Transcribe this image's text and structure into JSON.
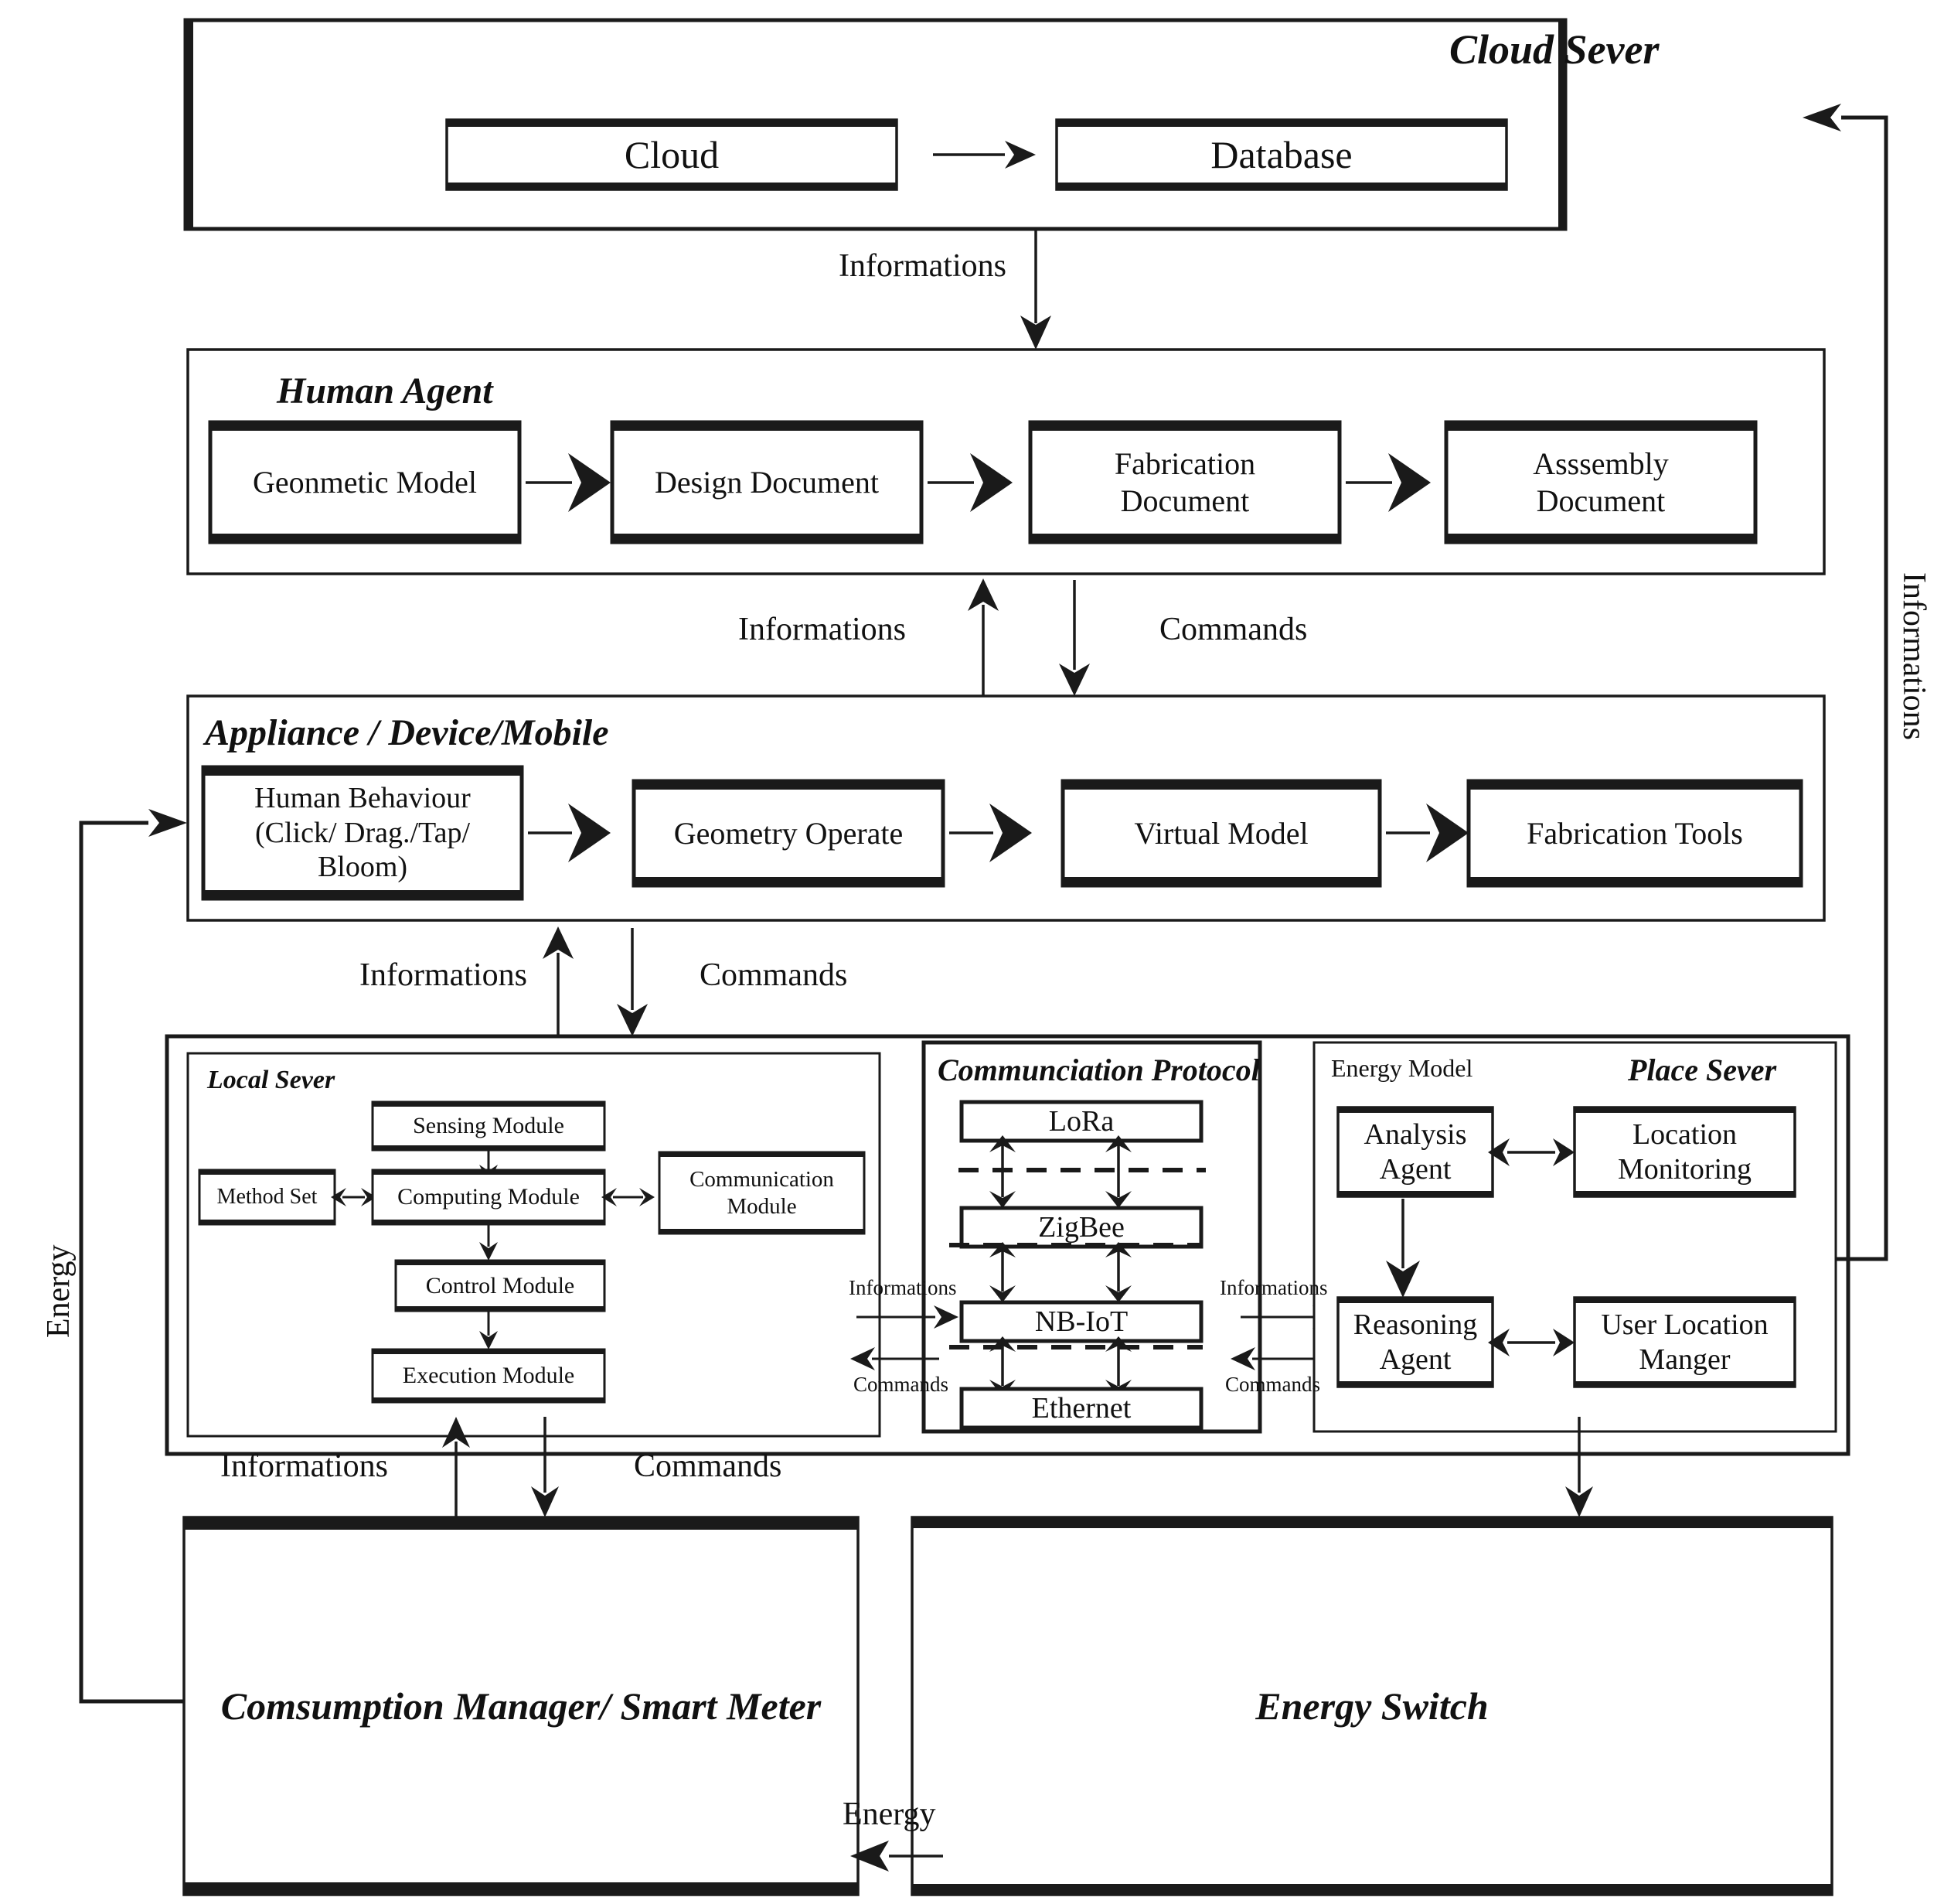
{
  "diagram": {
    "title": "IoT smart manufacturing layered architecture",
    "sections": {
      "cloud_server": {
        "title": "Cloud Sever",
        "boxes": [
          {
            "label": "Cloud"
          },
          {
            "label": "Database"
          }
        ]
      },
      "human_agent": {
        "title": "Human Agent",
        "boxes": [
          {
            "label": "Geonmetic Model"
          },
          {
            "label": "Design Document"
          },
          {
            "label": "Fabrication\nDocument"
          },
          {
            "label": "Asssembly\nDocument"
          }
        ]
      },
      "appliance": {
        "title": "Appliance / Device/Mobile",
        "boxes": [
          {
            "label": "Human Behaviour\n(Click/ Drag./Tap/\nBloom)"
          },
          {
            "label": "Geometry Operate"
          },
          {
            "label": "Virtual Model"
          },
          {
            "label": "Fabrication Tools"
          }
        ]
      },
      "local_server": {
        "title": "Local Sever",
        "boxes": [
          {
            "label": "Sensing Module"
          },
          {
            "label": "Method Set"
          },
          {
            "label": "Computing Module"
          },
          {
            "label": "Communication\nModule"
          },
          {
            "label": "Control Module"
          },
          {
            "label": "Execution Module"
          }
        ]
      },
      "communication_protocol": {
        "title": "Communciation Protocol",
        "boxes": [
          {
            "label": "LoRa"
          },
          {
            "label": "ZigBee"
          },
          {
            "label": "NB-IoT"
          },
          {
            "label": "Ethernet"
          }
        ]
      },
      "place_server": {
        "title": "Place Sever",
        "subtitle": "Energy Model",
        "boxes": [
          {
            "label": "Analysis\nAgent"
          },
          {
            "label": "Location\nMonitoring"
          },
          {
            "label": "Reasoning\nAgent"
          },
          {
            "label": "User Location\nManger"
          }
        ]
      },
      "consumption_manager": {
        "title": "Comsumption Manager/ Smart Meter"
      },
      "energy_switch": {
        "title": "Energy Switch"
      }
    },
    "flow_labels": {
      "cloud_to_human": "Informations",
      "human_up": "Informations",
      "human_down": "Commands",
      "appliance_up": "Informations",
      "appliance_down": "Commands",
      "proto_left_in": "Informations",
      "proto_left_out": "Commands",
      "proto_right_in": "Informations",
      "proto_right_out": "Commands",
      "bottom_up": "Informations",
      "bottom_down": "Commands",
      "energy_left": "Energy",
      "energy_bottom": "Energy",
      "informations_right": "Informations"
    },
    "colors": {
      "ink": "#1a1a1a",
      "paper": "#ffffff"
    }
  }
}
